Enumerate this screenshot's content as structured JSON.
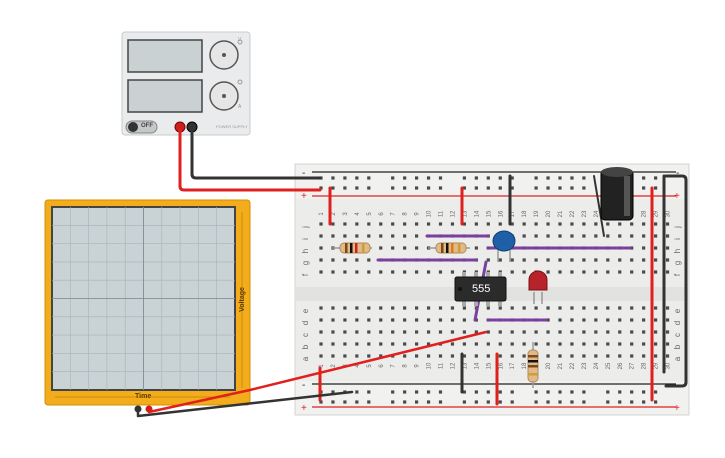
{
  "power_supply": {
    "off_label": "OFF",
    "knob_top_label": "V",
    "knob_bottom_label": "A",
    "brand_label": "POWER SUPPLY"
  },
  "chip": {
    "label": "555"
  },
  "oscilloscope": {
    "x_label": "Time",
    "y_label": "Voltage"
  },
  "breadboard": {
    "columns": [
      "1",
      "2",
      "3",
      "4",
      "5",
      "6",
      "7",
      "8",
      "9",
      "10",
      "11",
      "12",
      "13",
      "14",
      "15",
      "16",
      "17",
      "18",
      "19",
      "20",
      "21",
      "22",
      "23",
      "24",
      "25",
      "26",
      "27",
      "28",
      "29",
      "30"
    ],
    "rows_top": [
      "j",
      "i",
      "h",
      "g",
      "f"
    ],
    "rows_bottom": [
      "e",
      "d",
      "c",
      "b",
      "a"
    ],
    "rail_plus": "+",
    "rail_minus": "-"
  },
  "colors": {
    "wire_red": "#e0201d",
    "wire_black": "#333333",
    "wire_purple": "#7b3fa0",
    "scope_frame": "#f2ac1c",
    "scope_screen": "#c9d2d4",
    "capacitor_blue": "#1f5fa8",
    "led_red": "#b8222a"
  }
}
